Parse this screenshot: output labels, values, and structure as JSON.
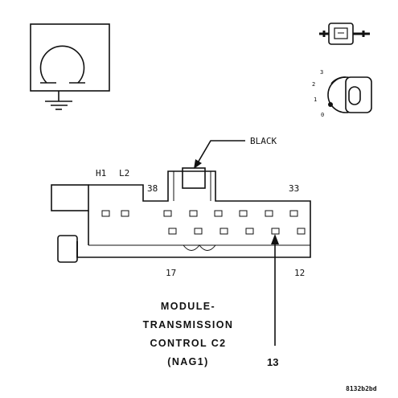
{
  "connector": {
    "color_label": "BLACK",
    "pin_labels": {
      "h1": "H1",
      "l2": "L2",
      "p38": "38",
      "p33": "33",
      "p17": "17",
      "p12": "12"
    },
    "highlighted_pin": "13"
  },
  "title_lines": [
    "MODULE-",
    "TRANSMISSION",
    "CONTROL C2",
    "(NAG1)"
  ],
  "ignition_positions": [
    "3",
    "2",
    "1",
    "0"
  ],
  "figure_code": "8132b2bd",
  "icons": [
    "ground-symbol-icon",
    "key-icon",
    "ignition-switch-icon"
  ]
}
